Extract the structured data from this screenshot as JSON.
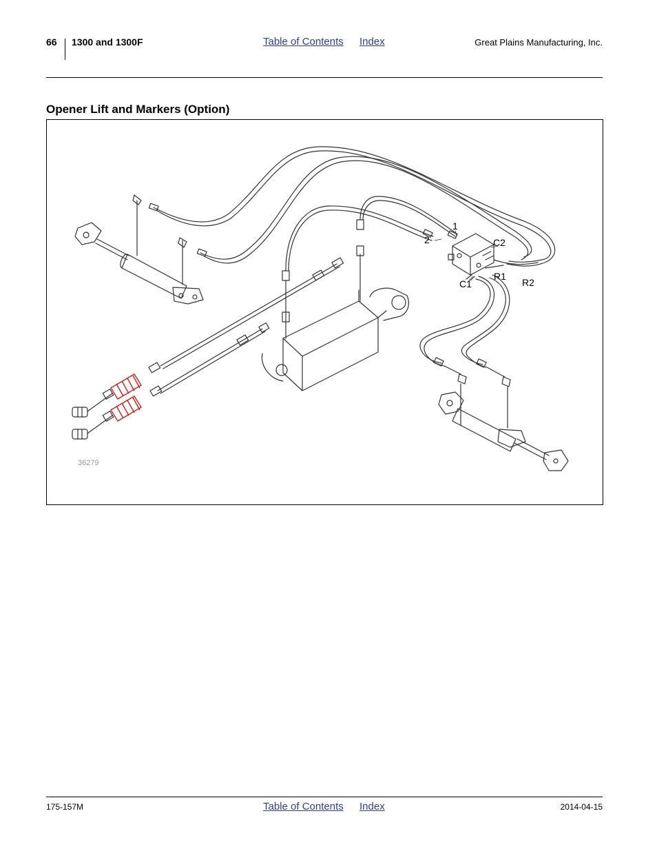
{
  "header": {
    "page_number": "66",
    "model": "1300 and 1300F",
    "toc_label": "Table of Contents",
    "index_label": "Index",
    "company": "Great Plains Manufacturing, Inc."
  },
  "section": {
    "title": "Opener Lift and Markers (Option)"
  },
  "figure": {
    "figure_number": "36279",
    "callouts": {
      "port_1": "1",
      "port_2": "2",
      "c2": "C2",
      "r1": "R1",
      "r2": "R2",
      "c1": "C1"
    },
    "colors": {
      "line": "#333333",
      "coupler_red": "#d22020",
      "figure_number_gray": "#999999"
    }
  },
  "footer": {
    "doc_number": "175-157M",
    "toc_label": "Table of Contents",
    "index_label": "Index",
    "date": "2014-04-15"
  }
}
